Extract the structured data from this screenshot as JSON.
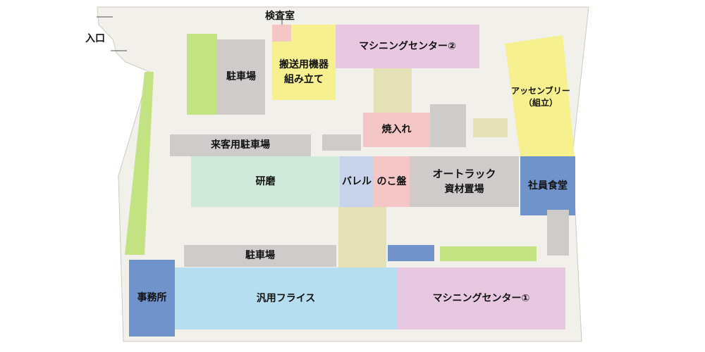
{
  "colors": {
    "floor": "#f2f0ea",
    "green": "#c3e282",
    "gray": "#cfcbcb",
    "yellow": "#f6f08f",
    "pink": "#f5c6c6",
    "lavender": "#e8c8e0",
    "khaki": "#e5e1b6",
    "mint": "#cfe9db",
    "periwinkle": "#c7d3ea",
    "blue": "#7093cc",
    "lightblue": "#b7def0"
  },
  "map": {
    "entrance": "入口",
    "inspection_room": "検査室",
    "parking_a": "駐車場",
    "conveyor_assembly_l1": "搬送用機器",
    "conveyor_assembly_l2": "組み立て",
    "machining_center_2": "マシニングセンター②",
    "assembly_l1": "アッセンブリー",
    "assembly_l2": "（組立）",
    "quenching": "焼入れ",
    "guest_parking": "来客用駐車場",
    "polishing": "研磨",
    "barrel": "バレル",
    "sawing": "のこ盤",
    "autorack_l1": "オートラック",
    "autorack_l2": "資材置場",
    "cafeteria": "社員食堂",
    "parking_b": "駐車場",
    "office": "事務所",
    "milling": "汎用フライス",
    "machining_center_1": "マシニングセンター①"
  }
}
